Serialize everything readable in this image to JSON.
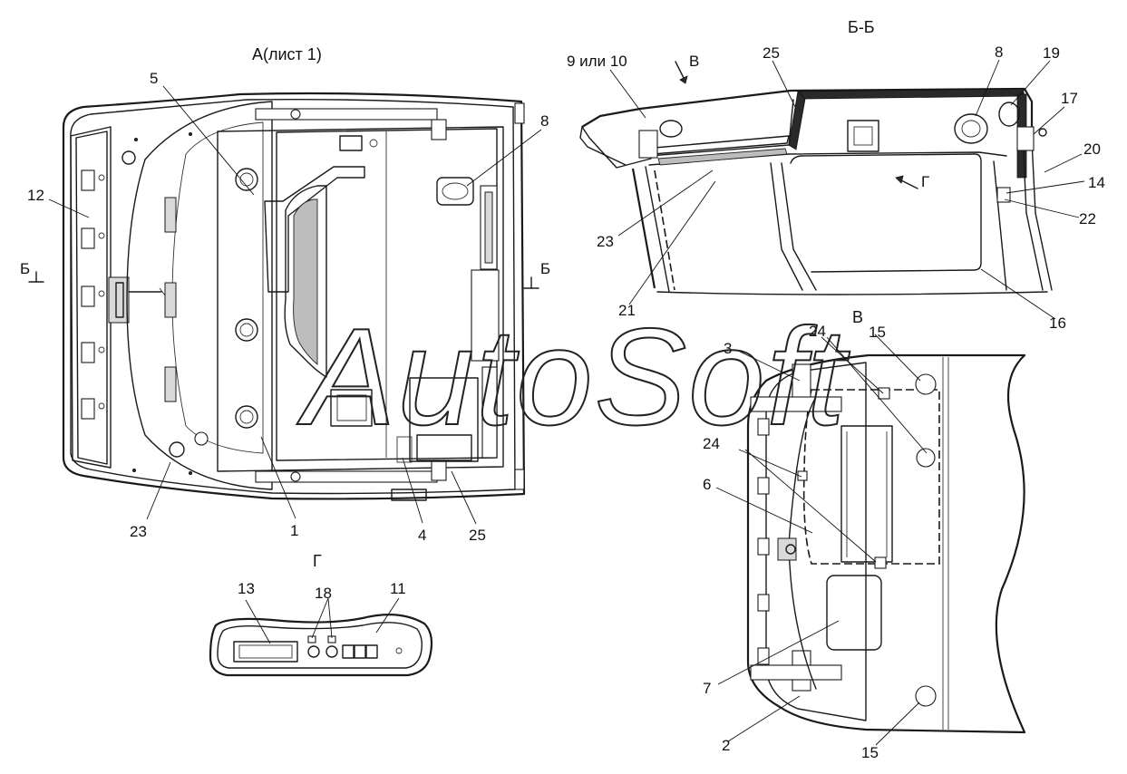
{
  "titles": {
    "view_a": "А(лист 1)",
    "view_bb": "Б-Б",
    "view_v": "В",
    "view_g": "Г"
  },
  "section_marks": {
    "left": "Б",
    "right": "Б"
  },
  "view_arrows": {
    "v": "В",
    "g": "Г"
  },
  "callouts": {
    "view_a": [
      "5",
      "8",
      "12",
      "23",
      "1",
      "4",
      "25"
    ],
    "view_bb": [
      "9 или 10",
      "25",
      "8",
      "19",
      "17",
      "20",
      "14",
      "22",
      "23",
      "21",
      "16"
    ],
    "view_v": [
      "3",
      "24",
      "15",
      "24",
      "6",
      "7",
      "2",
      "15"
    ],
    "view_g": [
      "13",
      "18",
      "11"
    ]
  },
  "watermark": "AutoSoft"
}
